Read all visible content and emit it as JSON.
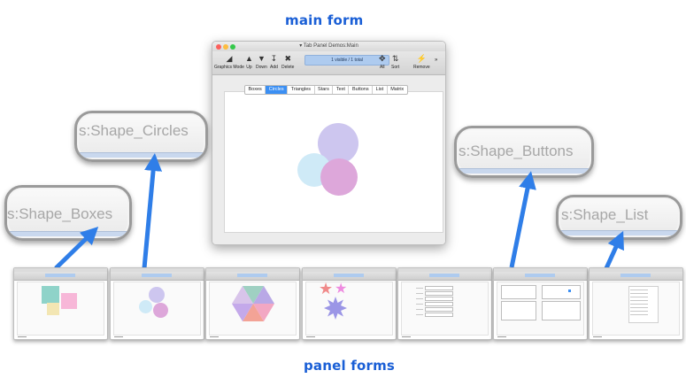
{
  "captions": {
    "main": "main form",
    "panels": "panel forms"
  },
  "window": {
    "title": "Tab Panel Demos:Main",
    "toolbar": [
      {
        "label": "Graphics Mode",
        "icon": "pencil-icon"
      },
      {
        "label": "Up",
        "icon": "arrow-up-icon"
      },
      {
        "label": "Down",
        "icon": "arrow-down-icon"
      },
      {
        "label": "Add",
        "icon": "add-icon"
      },
      {
        "label": "Delete",
        "icon": "delete-icon"
      },
      {
        "label": "All",
        "icon": "expand-icon"
      },
      {
        "label": "Sort",
        "icon": "sort-icon"
      },
      {
        "label": "Remove",
        "icon": "lightning-icon"
      }
    ],
    "record_counter": "1 visible / 1 total",
    "tabs": [
      "Boxes",
      "Circles",
      "Triangles",
      "Stars",
      "Text",
      "Buttons",
      "List",
      "Matrix"
    ],
    "selected_tab": "Circles",
    "colors": {
      "circle_top": "#cdc6ef",
      "circle_left": "#cfeaf7",
      "circle_right": "#dda7da",
      "tab_selected": "#3b8ff3"
    }
  },
  "bubbles": [
    {
      "text": "s:Shape_Circles"
    },
    {
      "text": "s:Shape_Boxes"
    },
    {
      "text": "s:Shape_Buttons"
    },
    {
      "text": "s:Shape_List"
    }
  ],
  "arrow_color": "#2f7ee8"
}
